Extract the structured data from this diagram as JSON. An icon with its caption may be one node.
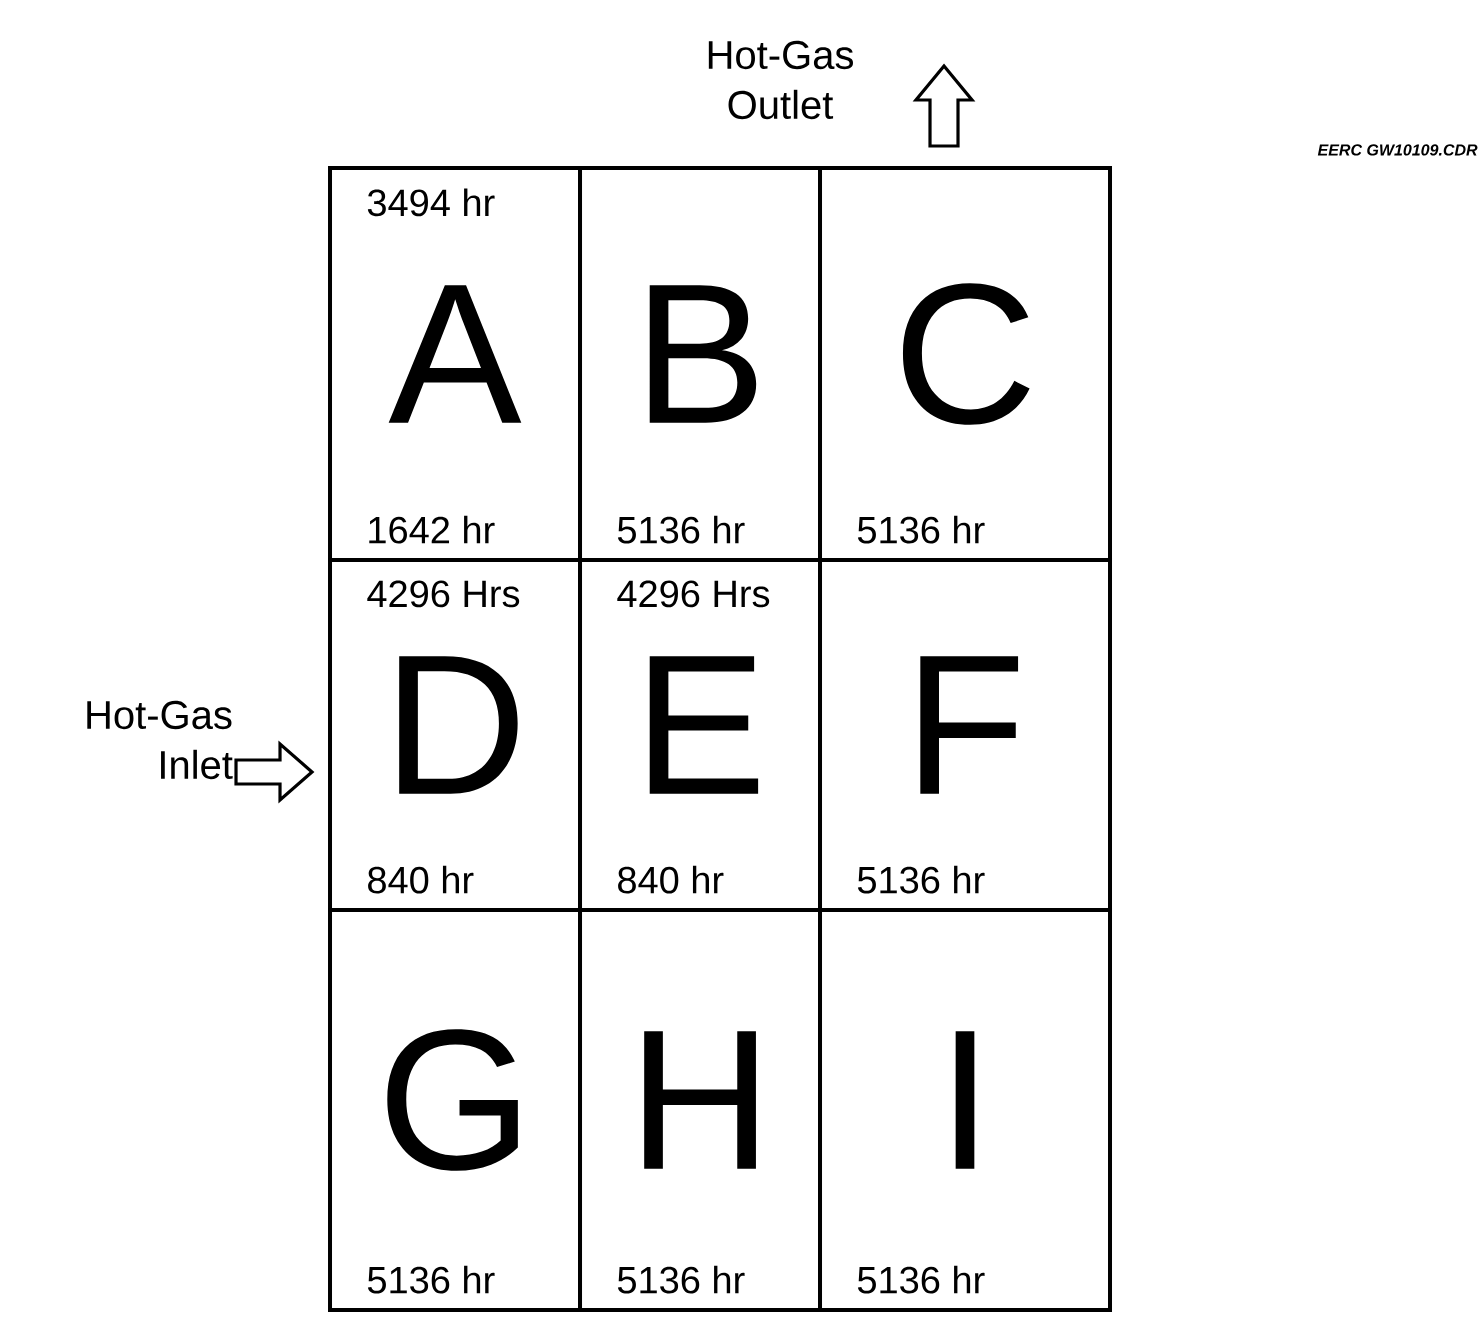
{
  "diagram": {
    "nodes": [
      {
        "text": [
          "3494 hr",
          "A",
          "1642 hr"
        ]
      },
      {
        "text": [
          "B",
          "5136 hr"
        ]
      },
      {
        "text": [
          "C",
          "5136 hr"
        ]
      },
      {
        "text": [
          "4296 Hrs",
          "D",
          "840 hr"
        ]
      },
      {
        "text": [
          "4296 Hrs",
          "E",
          "840 hr"
        ]
      },
      {
        "text": [
          "F",
          "5136 hr"
        ]
      },
      {
        "text": [
          "G",
          "5136 hr"
        ]
      },
      {
        "text": [
          "H",
          "5136 hr"
        ]
      },
      {
        "text": [
          "I",
          "5136 hr"
        ]
      }
    ],
    "edges": [],
    "labels": [
      "Hot-Gas Outlet",
      "EERC GW10109.CDR",
      "Hot-Gas Inlet"
    ]
  }
}
